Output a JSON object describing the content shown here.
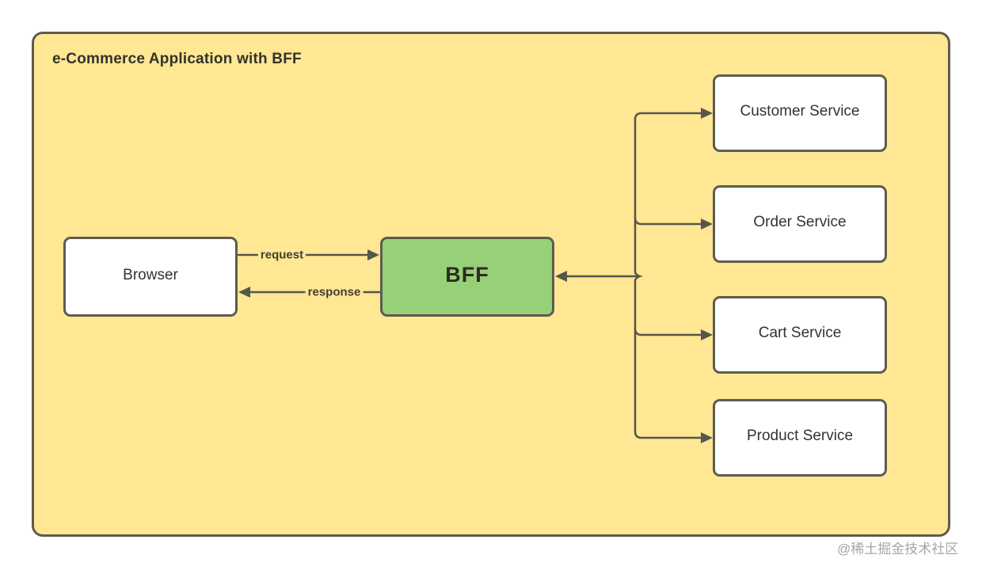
{
  "diagram": {
    "title": "e-Commerce Application with BFF",
    "nodes": {
      "browser": {
        "label": "Browser"
      },
      "bff": {
        "label": "BFF"
      },
      "services": [
        {
          "label": "Customer Service"
        },
        {
          "label": "Order Service"
        },
        {
          "label": "Cart Service"
        },
        {
          "label": "Product Service"
        }
      ]
    },
    "edges": {
      "request": {
        "label": "request",
        "from": "Browser",
        "to": "BFF"
      },
      "response": {
        "label": "response",
        "from": "BFF",
        "to": "Browser"
      },
      "services_to_bff": {
        "from": "services",
        "to": "BFF"
      }
    },
    "colors": {
      "canvas": "#ffffff",
      "container_fill": "#ffe794",
      "stroke": "#56564b",
      "node_fill": "#ffffff",
      "bff_fill": "#97d077",
      "text": "#333330",
      "watermark": "#a6a6a6"
    }
  },
  "watermark": {
    "text": "@稀土掘金技术社区"
  }
}
